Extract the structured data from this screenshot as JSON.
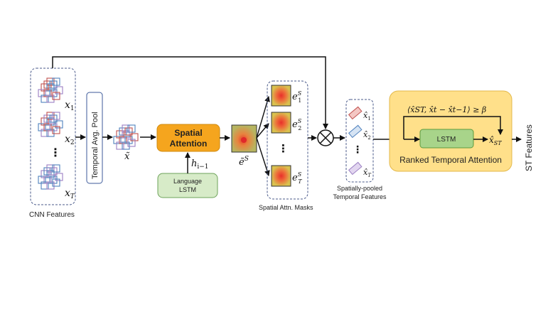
{
  "cnn": {
    "caption": "CNN Features",
    "x1": "x",
    "x1_sub": "1",
    "x2": "x",
    "x2_sub": "2",
    "xT": "x",
    "xT_sub": "T",
    "dots": "⋮"
  },
  "pool": {
    "label": "Temporal Avg. Pool"
  },
  "xbar": "x̃",
  "spatial_attention": {
    "line1": "Spatial",
    "line2": "Attention"
  },
  "language_lstm": {
    "line1": "Language",
    "line2": "LSTM",
    "h": "h",
    "h_sub": "i−1"
  },
  "es_tilde": {
    "base": "ẽ",
    "sup": "S"
  },
  "masks": {
    "caption": "Spatial Attn. Masks",
    "e1": "e",
    "e1_sup": "S",
    "e1_sub": "1",
    "e2": "e",
    "e2_sup": "S",
    "e2_sub": "2",
    "eT": "e",
    "eT_sup": "S",
    "eT_sub": "T",
    "dots": "⋮"
  },
  "pooled": {
    "caption_line1": "Spatially-pooled",
    "caption_line2": "Temporal Features",
    "x1": "x̂",
    "x1_sub": "1",
    "x2": "x̂",
    "x2_sub": "2",
    "xT": "x̂",
    "xT_sub": "T",
    "dots": "⋮"
  },
  "rta": {
    "condition": "⟨x̂ST, x̂t − x̂t−1⟩ ≥ β",
    "lstm": "LSTM",
    "out": "x̂",
    "out_sub": "ST",
    "title": "Ranked Temporal  Attention"
  },
  "st_features": "ST Features",
  "colors": {
    "spatial_attention": "#F5A51E",
    "language_lstm": "#D7EBC8",
    "rta_panel": "#FFE08A",
    "lstm_box": "#A8D48A",
    "mask_bg": "#D9C24F",
    "mask_spot": "#E5452B"
  }
}
